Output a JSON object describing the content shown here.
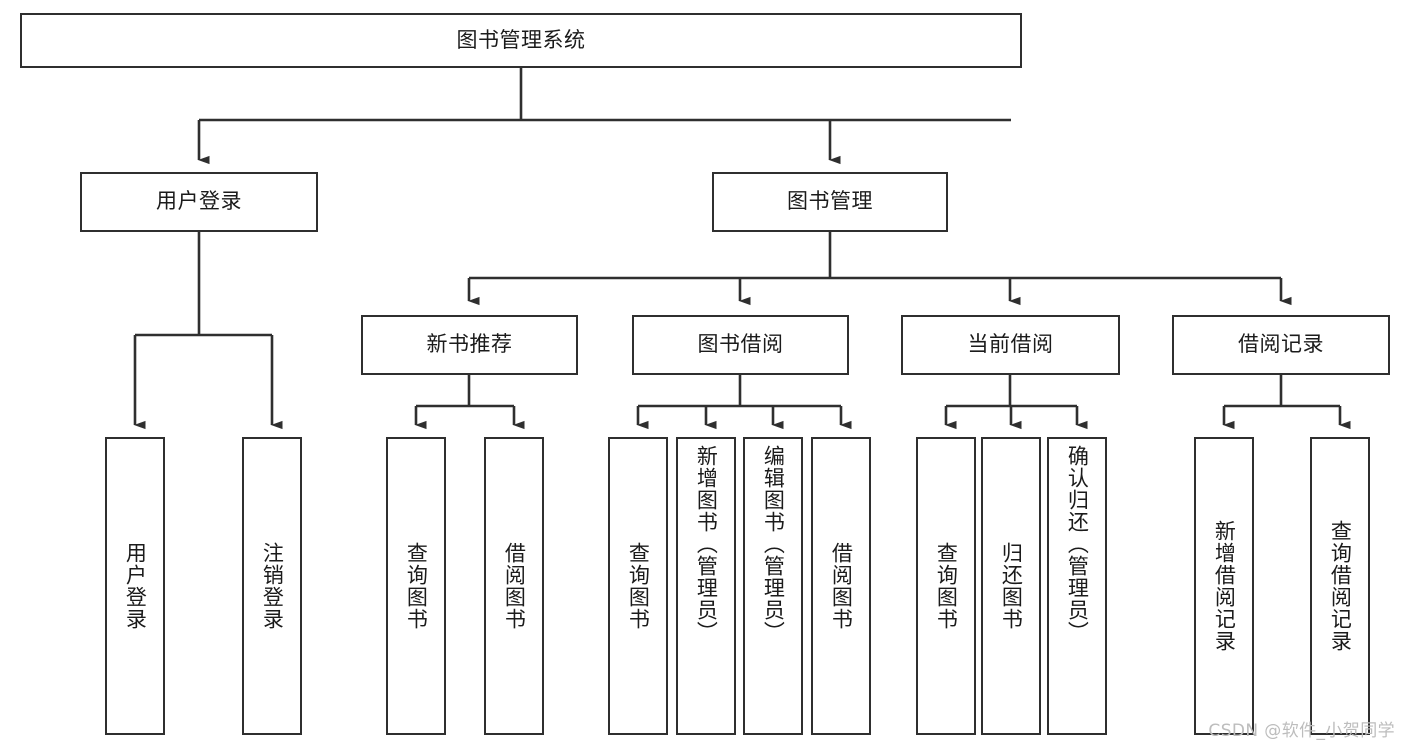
{
  "diagram": {
    "type": "tree",
    "title": "图书管理系统",
    "colors": {
      "box_border": "#2f2f2f",
      "box_fill": "#ffffff",
      "connector": "#2f2f2f",
      "text": "#1b1b1b",
      "watermark": "#bdbdbd",
      "background": "#ffffff"
    },
    "root": {
      "label": "图书管理系统"
    },
    "level1": [
      {
        "label": "用户登录"
      },
      {
        "label": "图书管理"
      }
    ],
    "level2": [
      {
        "label": "新书推荐"
      },
      {
        "label": "图书借阅"
      },
      {
        "label": "当前借阅"
      },
      {
        "label": "借阅记录"
      }
    ],
    "leaves": {
      "user_login": [
        {
          "label": "用户登录"
        },
        {
          "label": "注销登录"
        }
      ],
      "new_book_recommend": [
        {
          "label": "查询图书"
        },
        {
          "label": "借阅图书"
        }
      ],
      "book_borrow": [
        {
          "label": "查询图书"
        },
        {
          "label": "新增图书（管理员）"
        },
        {
          "label": "编辑图书（管理员）"
        },
        {
          "label": "借阅图书"
        }
      ],
      "current_borrow": [
        {
          "label": "查询图书"
        },
        {
          "label": "归还图书"
        },
        {
          "label": "确认归还（管理员）"
        }
      ],
      "borrow_record": [
        {
          "label": "新增借阅记录"
        },
        {
          "label": "查询借阅记录"
        }
      ]
    }
  },
  "watermark": {
    "text": "CSDN @软件_小贺同学"
  }
}
